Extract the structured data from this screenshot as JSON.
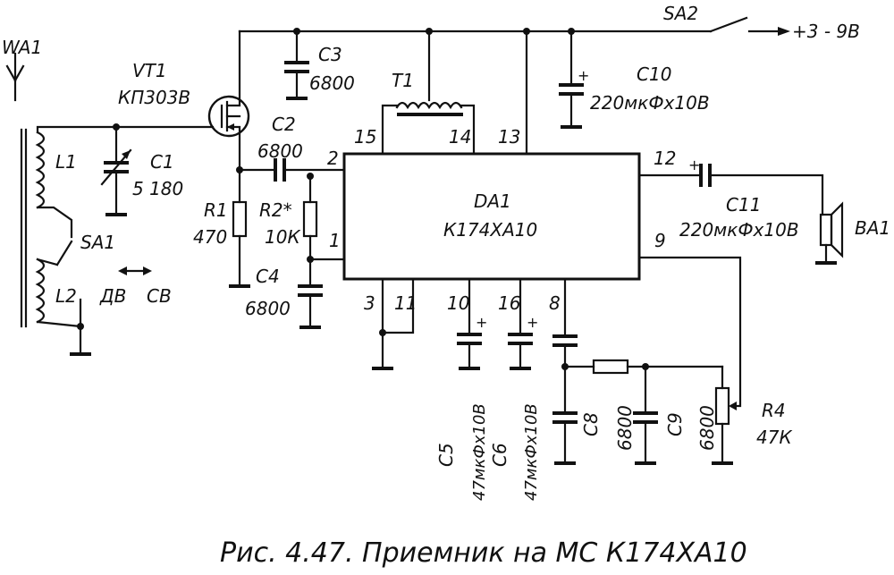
{
  "caption": "Рис. 4.47. Приемник на МС К174ХА10",
  "power": {
    "switch": "SA2",
    "voltage": "+3 - 9В"
  },
  "antenna": "WA1",
  "transistor": {
    "ref": "VT1",
    "type": "КП303В"
  },
  "ic": {
    "ref": "DA1",
    "type": "К174ХА10"
  },
  "pins": {
    "p15": "15",
    "p14": "14",
    "p13": "13",
    "p2": "2",
    "p1": "1",
    "p12": "12",
    "p9": "9",
    "p3": "3",
    "p11": "11",
    "p10": "10",
    "p16": "16",
    "p8": "8"
  },
  "transformer": "T1",
  "components": {
    "c1": {
      "ref": "C1",
      "value": "5  180"
    },
    "c2": {
      "ref": "C2",
      "value": "6800"
    },
    "c3": {
      "ref": "C3",
      "value": "6800"
    },
    "c4": {
      "ref": "C4",
      "value": "6800"
    },
    "c5": {
      "ref": "C5",
      "value": "47мкФх10В"
    },
    "c6": {
      "ref": "C6",
      "value": "47мкФх10В"
    },
    "c8": {
      "ref": "C8",
      "value": "6800"
    },
    "c9": {
      "ref": "C9",
      "value": "6800"
    },
    "c10": {
      "ref": "C10",
      "value": "220мкФх10В"
    },
    "c11": {
      "ref": "C11",
      "value": "220мкФх10В"
    },
    "r1": {
      "ref": "R1",
      "value": "470"
    },
    "r2": {
      "ref": "R2*",
      "value": "10К"
    },
    "r4": {
      "ref": "R4",
      "value": "47К"
    },
    "l1": "L1",
    "l2": "L2",
    "sa1": {
      "ref": "SA1",
      "dv": "ДВ",
      "sv": "СВ"
    },
    "speaker": "BA1"
  }
}
